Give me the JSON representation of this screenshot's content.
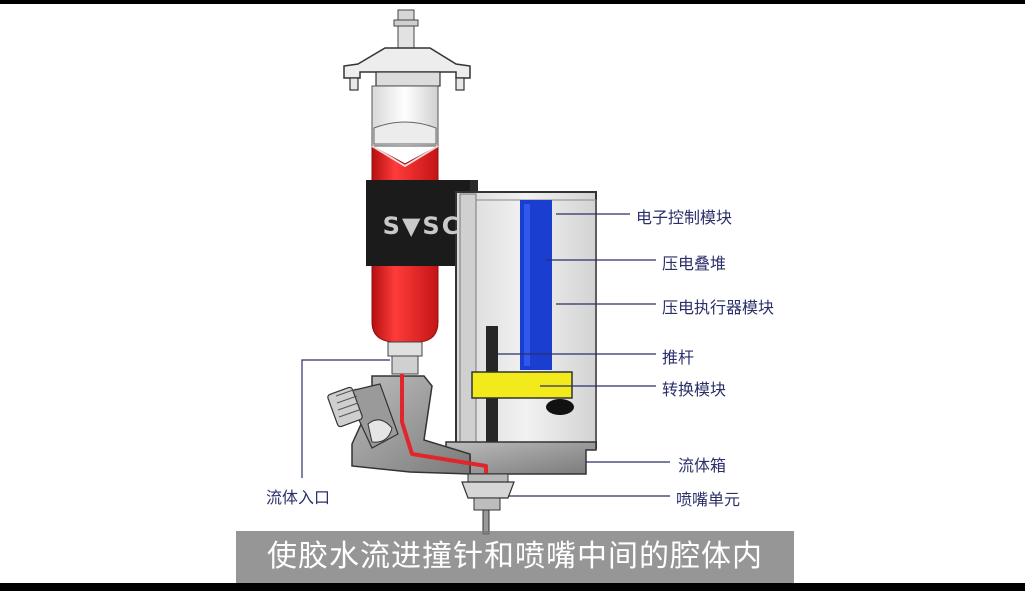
{
  "logo": {
    "text": "S▼SC"
  },
  "labels": {
    "electronic_control_module": "电子控制模块",
    "piezo_stack": "压电叠堆",
    "piezo_actuator_module": "压电执行器模块",
    "push_rod": "推杆",
    "conversion_module": "转换模块",
    "fluid_box": "流体箱",
    "nozzle_unit": "喷嘴单元",
    "fluid_inlet": "流体入口"
  },
  "subtitle": "使胶水流进撞针和喷嘴中间的腔体内",
  "colors": {
    "glue": "#e0262b",
    "piezo_stack": "#1a3fd0",
    "conversion_block": "#f2ea1a",
    "module_body": "#e4e5e4",
    "clamp": "#1a1a1a",
    "push_rod": "#2a2a2a",
    "label_text": "#2b2f6a"
  }
}
